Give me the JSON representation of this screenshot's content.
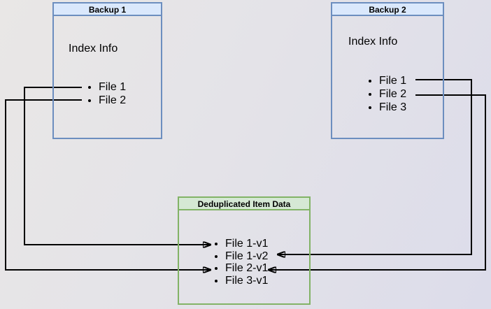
{
  "diagram": {
    "backup1": {
      "title": "Backup 1",
      "section_label": "Index Info",
      "files": [
        "File 1",
        "File 2"
      ]
    },
    "backup2": {
      "title": "Backup 2",
      "section_label": "Index Info",
      "files": [
        "File 1",
        "File 2",
        "File 3"
      ]
    },
    "dedup": {
      "title": "Deduplicated Item Data",
      "items": [
        "File 1-v1",
        "File 1-v2",
        "File 2-v1",
        "File 3-v1"
      ]
    },
    "connections": [
      {
        "from": "Backup 1 / File 1",
        "to": "File 1-v1",
        "side": "left"
      },
      {
        "from": "Backup 1 / File 2",
        "to": "File 2-v1",
        "side": "left"
      },
      {
        "from": "Backup 2 / File 1",
        "to": "File 1-v2",
        "side": "right"
      },
      {
        "from": "Backup 2 / File 2",
        "to": "File 2-v1",
        "side": "right"
      }
    ],
    "colors": {
      "backup_header_fill": "#dae8fc",
      "backup_border": "#6c8ebf",
      "dedup_header_fill": "#d5e8d4",
      "dedup_border": "#82b366",
      "connector": "#000000",
      "canvas_bg_start": "#e9e7e6",
      "canvas_bg_end": "#dcdcea"
    }
  }
}
